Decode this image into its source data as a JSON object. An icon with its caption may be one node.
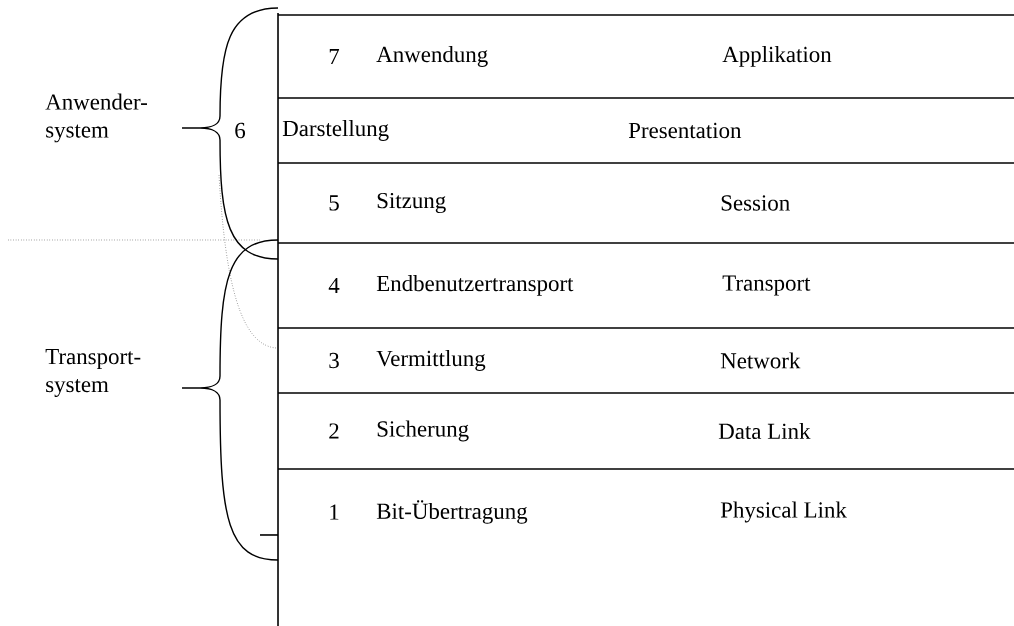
{
  "diagram": {
    "nodes": [
      {
        "text": [
          "7",
          "Anwendung",
          "Applikation"
        ]
      },
      {
        "text": [
          "6",
          "Darstellung",
          "Presentation"
        ]
      },
      {
        "text": [
          "5",
          "Sitzung",
          "Session"
        ]
      },
      {
        "text": [
          "4",
          "Endbenutzertransport",
          "Transport"
        ]
      },
      {
        "text": [
          "3",
          "Vermittlung",
          "Network"
        ]
      },
      {
        "text": [
          "2",
          "Sicherung",
          "Data Link"
        ]
      },
      {
        "text": [
          "1",
          "Bit-Übertragung",
          "Physical Link"
        ]
      }
    ],
    "edges": [],
    "labels": [
      "Anwender- system",
      "Transport- system"
    ]
  }
}
